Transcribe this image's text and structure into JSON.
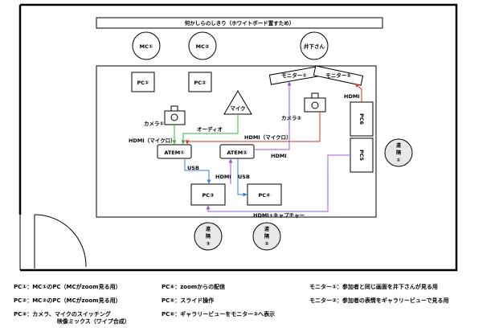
{
  "partition": "何かしらのしきり（ホワイトボード置すため）",
  "people": {
    "mc1": "MC①",
    "mc2": "MC②",
    "inoshita": "井下さん"
  },
  "pcs": {
    "pc1": "PC①",
    "pc2": "PC②",
    "pc3": "PC③",
    "pc4": "PC④",
    "pc5": "PC5",
    "pc6": "PC6"
  },
  "devices": {
    "mic": "マイク",
    "camera1": "カメラ①",
    "camera2": "カメラ②",
    "atem1": "ATEM①",
    "atem2": "ATEM②",
    "monitor1": "モニター①",
    "monitor2": "モニター②"
  },
  "connections": {
    "audio": "オーディオ",
    "hdmi_micro_left": "HDMI（マイクロ）",
    "hdmi_micro_right": "HDMI（マイクロ）",
    "hdmi_atem2": "HDMI",
    "hdmi_pc6": "HDMI",
    "hdmi_pc3": "HDMI",
    "usb1": "USB",
    "usb2": "USB",
    "capture": "HDMI+キャプチャー"
  },
  "remote": {
    "r1": [
      "遠",
      "隔",
      "①"
    ],
    "r2": [
      "遠",
      "隔",
      "②"
    ],
    "r3": [
      "遠",
      "隔",
      "③"
    ]
  },
  "legend": {
    "pc1": "PC①：MC①のPC（MCがzoom見る用）",
    "pc2": "PC②：MC②のPC（MCがzoom見る用）",
    "pc3_line1": "PC③：カメラ、マイクのスイッチング",
    "pc3_line2": "映像ミックス（ワイプ合成）",
    "pc4": "PC④：zoomからの配信",
    "pc5": "PC⑤：スライド操作",
    "pc6": "PC⑥：ギャラリービューをモニター②へ表示",
    "mon1": "モニター①：参加者と同じ画面を井下さんが見る用",
    "mon2": "モニター②：参加者の表情をギャラリービューで見る用"
  },
  "colors": {
    "green": "#3cb043",
    "red": "#d93025",
    "purple": "#9b59d0",
    "blue": "#2f7fd6",
    "pink": "#f4a7b9",
    "wall": "#000000"
  }
}
